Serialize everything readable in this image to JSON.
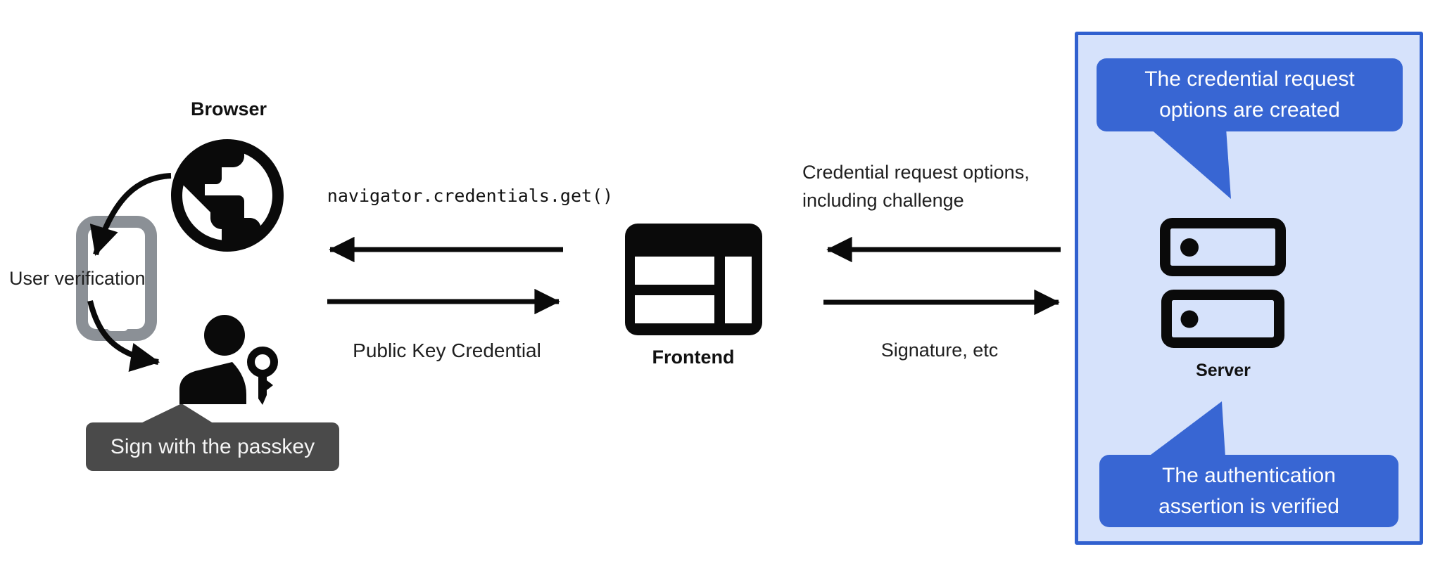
{
  "left": {
    "browser_label": "Browser",
    "user_verification_label": "User verification",
    "sign_tooltip": "Sign with the passkey"
  },
  "center": {
    "api_call": "navigator.credentials.get()",
    "public_key_credential": "Public Key Credential",
    "frontend_label": "Frontend"
  },
  "right": {
    "credential_request_line1": "Credential request options,",
    "credential_request_line2": "including challenge",
    "signature": "Signature, etc",
    "server_label": "Server",
    "bubble_top_line1": "The credential request",
    "bubble_top_line2": "options are created",
    "bubble_bottom_line1": "The authentication",
    "bubble_bottom_line2": "assertion is verified"
  },
  "colors": {
    "bubble_blue": "#3866d3",
    "panel_fill": "#d6e2fb",
    "panel_border": "#3060cf",
    "tooltip_gray": "#4a4a4a",
    "phone_gray": "#8b9096",
    "ink": "#0a0a0a",
    "text": "#1f1f1f"
  }
}
